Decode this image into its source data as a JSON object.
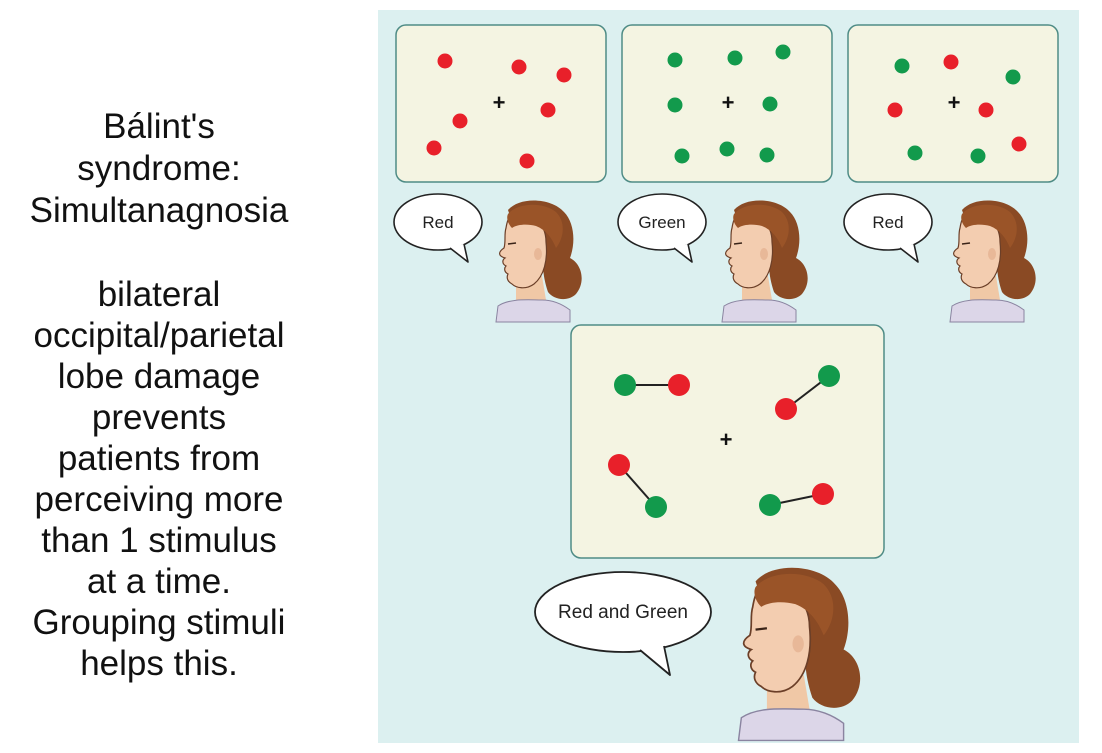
{
  "slide": {
    "title_lines": [
      "Bálint's",
      "syndrome:",
      "Simultanagnosia"
    ],
    "description_lines": [
      "bilateral",
      "occipital/parietal",
      "lobe damage",
      "prevents",
      "patients from",
      "perceiving more",
      "than 1 stimulus",
      "at a time.",
      "Grouping stimuli",
      "helps this."
    ]
  },
  "figure": {
    "fixation_symbol": "+",
    "colors": {
      "background": "#dcf0f0",
      "panel_fill": "#f4f4e2",
      "panel_border": "#4f8c86",
      "red": "#e8202a",
      "green": "#129a4c",
      "connector": "#222222"
    },
    "responses": [
      "Red",
      "Green",
      "Red",
      "Red and Green"
    ]
  }
}
